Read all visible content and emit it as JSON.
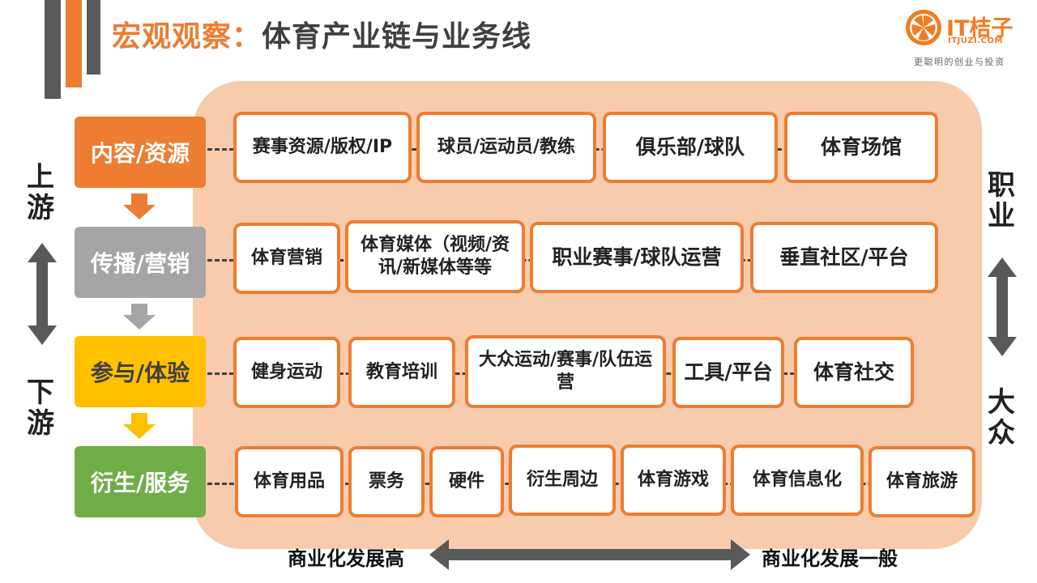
{
  "title": {
    "accent": "宏观观察：",
    "main": "体育产业链与业务线"
  },
  "logo": {
    "text": "IT桔子",
    "url": "ITJUZI.COM",
    "tagline": "更聪明的创业与投资",
    "color": "#F47A20"
  },
  "side": {
    "upstream": "上游",
    "downstream": "下游",
    "professional": "职业",
    "mass": "大众"
  },
  "categories": [
    {
      "label": "内容/资源",
      "color": "#ED7D31"
    },
    {
      "label": "传播/营销",
      "color": "#A5A5A5"
    },
    {
      "label": "参与/体验",
      "color": "#FFC000"
    },
    {
      "label": "衍生/服务",
      "color": "#70AD47"
    }
  ],
  "rows": [
    [
      "赛事资源/版权/IP",
      "球员/运动员/教练",
      "俱乐部/球队",
      "体育场馆"
    ],
    [
      "体育营销",
      "体育媒体（视频/资讯/新媒体等等",
      "职业赛事/球队运营",
      "垂直社区/平台"
    ],
    [
      "健身运动",
      "教育培训",
      "大众运动/赛事/队伍运营",
      "工具/平台",
      "体育社交"
    ],
    [
      "体育用品",
      "票务",
      "硬件",
      "衍生周边",
      "体育游戏",
      "体育信息化",
      "体育旅游"
    ]
  ],
  "bottom": {
    "left": "商业化发展高",
    "right": "商业化发展一般"
  },
  "colors": {
    "accent": "#ED7D31",
    "panel": "#F8CBAD",
    "dark": "#595959"
  }
}
